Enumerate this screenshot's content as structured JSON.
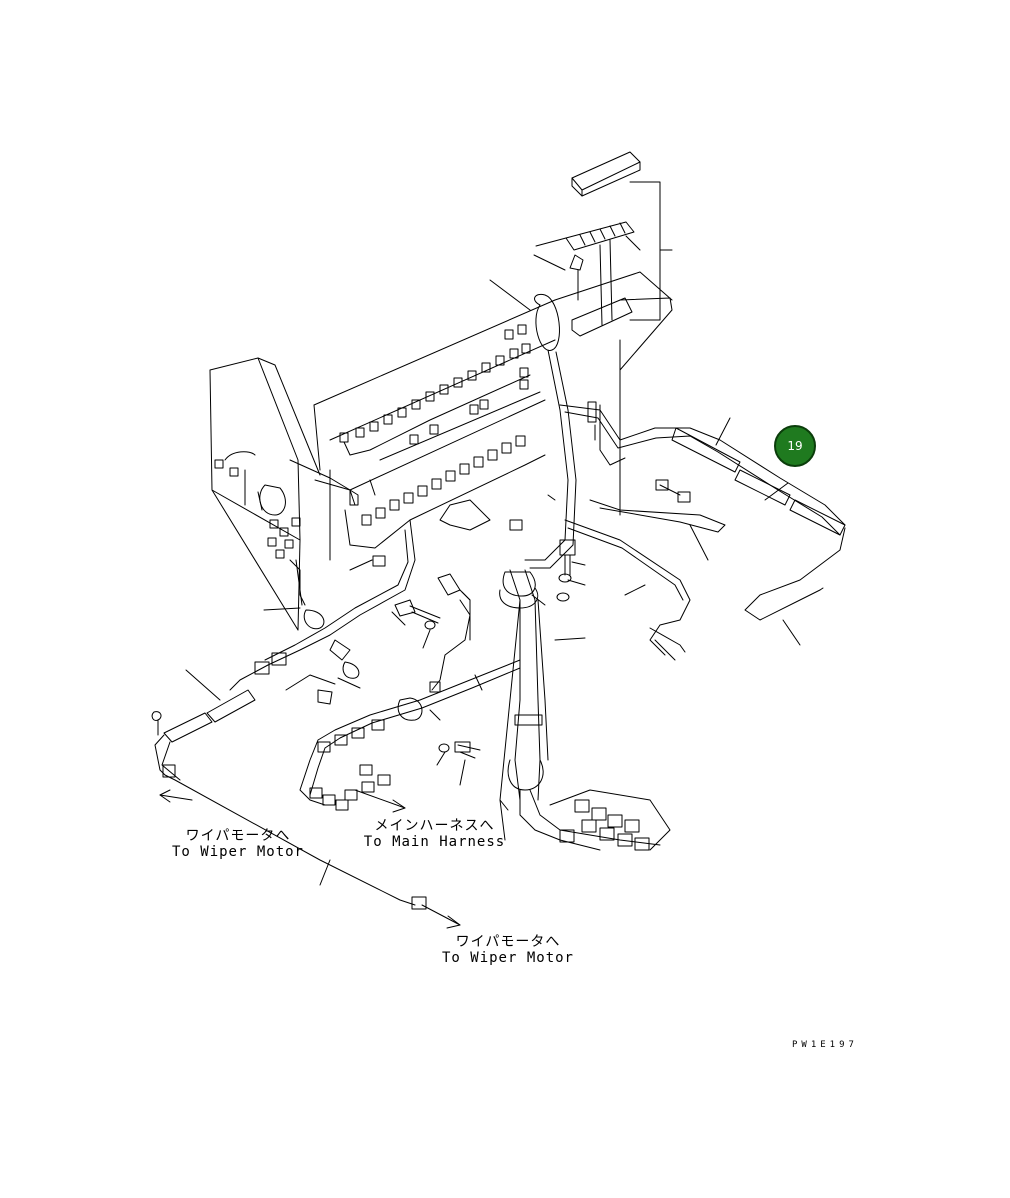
{
  "callout": {
    "number": "19",
    "color": "#1f7a1f"
  },
  "labels": {
    "wiper_1_jp": "ワイパモータへ",
    "wiper_1_en": "To Wiper Motor",
    "main_harness_jp": "メインハーネスへ",
    "main_harness_en": "To Main Harness",
    "wiper_2_jp": "ワイパモータへ",
    "wiper_2_en": "To Wiper Motor"
  },
  "drawing_code": "PW1E197"
}
